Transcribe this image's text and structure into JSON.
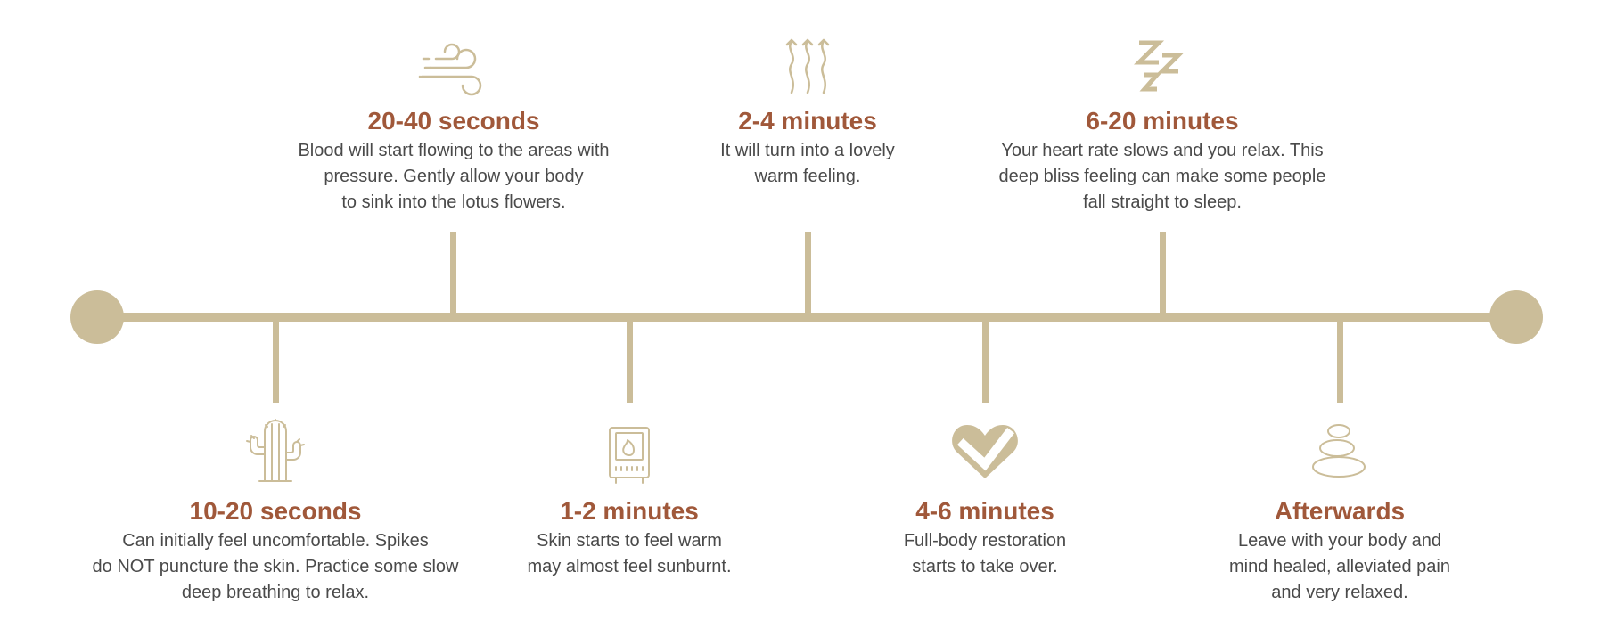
{
  "colors": {
    "line": "#cbbd99",
    "title": "#a0583a",
    "text": "#4a4a4a",
    "icon": "#cbbd99"
  },
  "steps": [
    {
      "title": "10-20 seconds",
      "description": "Can initially feel uncomfortable. Spikes\ndo NOT puncture the skin. Practice some slow\ndeep breathing to relax.",
      "icon": "cactus-icon"
    },
    {
      "title": "20-40 seconds",
      "description": "Blood will start flowing to  the areas with\npressure. Gently allow your body\nto sink into the lotus flowers.",
      "icon": "wind-icon"
    },
    {
      "title": "1-2 minutes",
      "description": "Skin starts to feel warm\nmay almost feel sunburnt.",
      "icon": "heater-icon"
    },
    {
      "title": "2-4 minutes",
      "description": "It will turn into a lovely\nwarm feeling.",
      "icon": "heat-waves-icon"
    },
    {
      "title": "4-6 minutes",
      "description": "Full-body restoration\nstarts to take over.",
      "icon": "heart-check-icon"
    },
    {
      "title": "6-20 minutes",
      "description": "Your heart rate slows and you relax. This\ndeep bliss feeling can make some people\nfall straight to sleep.",
      "icon": "sleep-zzz-icon"
    },
    {
      "title": "Afterwards",
      "description": "Leave with your body and\nmind healed, alleviated pain\nand very relaxed.",
      "icon": "stacked-stones-icon"
    }
  ]
}
